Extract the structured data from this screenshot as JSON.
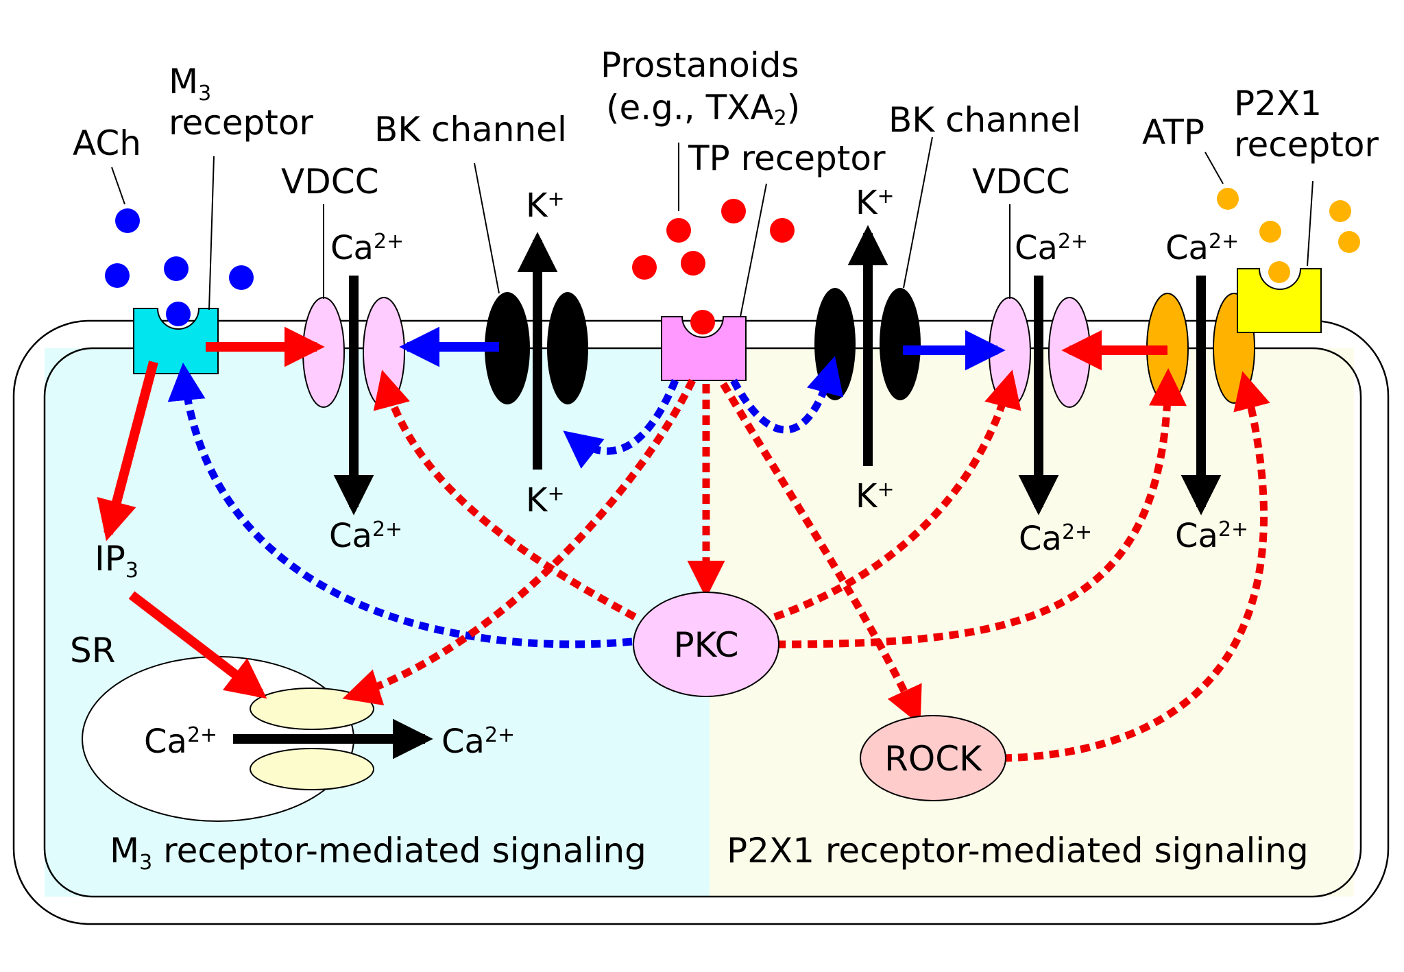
{
  "labels": {
    "ach": "ACh",
    "m3_main": "M",
    "m3_sub": "3",
    "m3_receptor": "receptor",
    "vdcc_left": "VDCC",
    "bk_left": "BK channel",
    "prostanoids": "Prostanoids",
    "txa_open": "(e.g., TXA",
    "txa_sub": "2",
    "txa_close": ")",
    "tp_receptor": "TP receptor",
    "bk_right": "BK channel",
    "vdcc_right": "VDCC",
    "atp": "ATP",
    "p2x1": "P2X1",
    "p2x1_receptor": "receptor"
  },
  "ions": {
    "ca": "Ca",
    "ca_charge": "2+",
    "k": "K",
    "k_charge": "+"
  },
  "nodes": {
    "ip3_main": "IP",
    "ip3_sub": "3",
    "sr": "SR",
    "pkc": "PKC",
    "rock": "ROCK"
  },
  "regions": {
    "left_main": "M",
    "left_sub": "3",
    "left_rest": " receptor-mediated signaling",
    "right": "P2X1 receptor-mediated signaling"
  },
  "colors": {
    "m3_receptor": "#00e5ee",
    "tp_receptor": "#ff99ff",
    "p2x1_receptor": "#ffff00",
    "vdcc": "#ffccff",
    "p2x1_channel": "#ffb300",
    "ach_ligand": "#0000ff",
    "prostanoid_ligand": "#ff0000",
    "atp_ligand": "#ffb300",
    "left_region": "#e0fcfc",
    "right_region": "#fcfcea",
    "pkc": "#ffccff",
    "rock": "#ffcccc",
    "ip3r": "#fdfccc",
    "activation_arrow": "#ff0000",
    "inhibition_arrow": "#0000ff"
  }
}
